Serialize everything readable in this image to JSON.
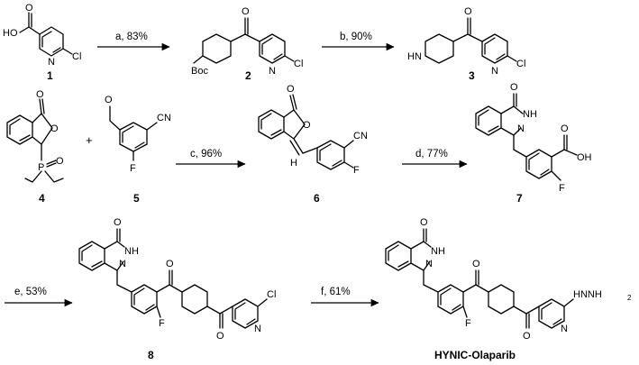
{
  "compounds": {
    "c1": "1",
    "c2": "2",
    "c3": "3",
    "c4": "4",
    "c5": "5",
    "c6": "6",
    "c7": "7",
    "c8": "8",
    "final": "HYNIC-Olaparib"
  },
  "conditions": {
    "a": "a, 83%",
    "b": "b, 90%",
    "c": "c, 96%",
    "d": "d, 77%",
    "e": "e, 53%",
    "f": "f, 61%"
  },
  "atoms": {
    "HO": "HO",
    "O": "O",
    "N": "N",
    "Cl": "Cl",
    "Boc": "Boc",
    "HN": "HN",
    "CN": "CN",
    "F": "F",
    "P": "P",
    "H": "H",
    "NH": "NH",
    "OH": "OH",
    "HNNH": "HNNH",
    "sub2": "2"
  },
  "plus": "+"
}
